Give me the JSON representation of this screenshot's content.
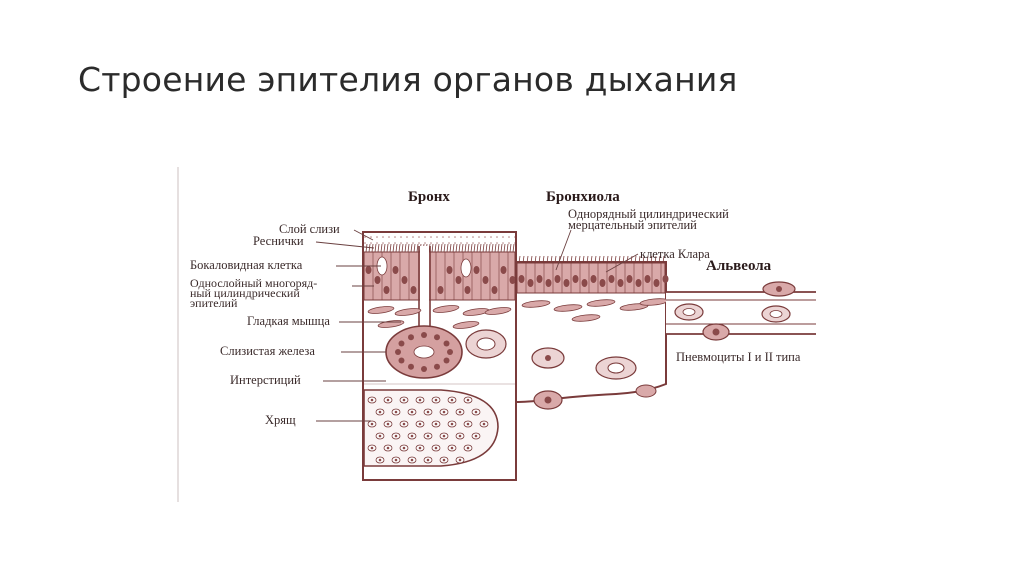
{
  "slide": {
    "title": "Строение эпителия органов дыхания"
  },
  "diagram": {
    "headings": {
      "bronchus": "Бронх",
      "bronchiole": "Бронхиола",
      "alveolus": "Альвеола"
    },
    "labels": {
      "mucus_layer": "Слой слизи",
      "cilia": "Реснички",
      "goblet_cell": "Бокаловидная клетка",
      "multirow_line1": "Однослойный многоряд-",
      "multirow_line2": "ный цилиндрический",
      "multirow_line3": "эпителий",
      "smooth_muscle": "Гладкая мышца",
      "mucous_gland": "Слизистая железа",
      "interstitium": "Интерстиций",
      "cartilage": "Хрящ",
      "single_row_line1": "Однорядный цилиндрический",
      "single_row_line2": "мерцательный эпителий",
      "clara_cell": "клетка Клара",
      "pneumocytes": "Пневмоциты I и II типа"
    },
    "colors": {
      "outline": "#7a3b3b",
      "epithelium": "#d9a9a9",
      "nucleus": "#8a4a4a",
      "leader": "#6a4040"
    }
  }
}
